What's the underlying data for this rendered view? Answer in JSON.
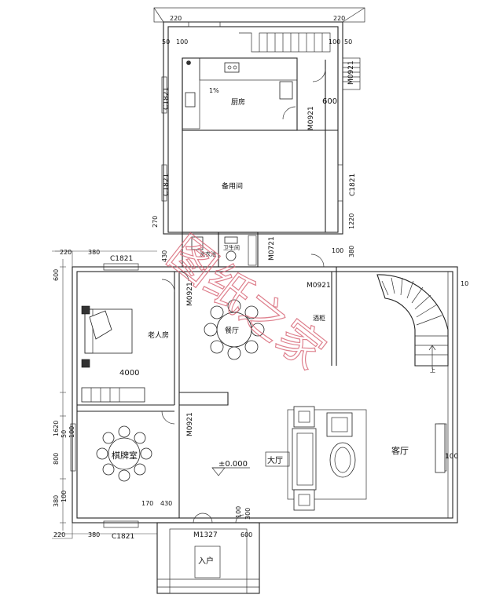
{
  "rooms": {
    "kitchen": "厨房",
    "storage": "备用间",
    "laundry": "洗衣池",
    "bathroom": "卫生间",
    "dining": "餐厅",
    "bar": "酒柜",
    "elder_room": "老人房",
    "chess_room": "棋牌室",
    "hall": "大厅",
    "living": "客厅",
    "entrance": "入户"
  },
  "labels": {
    "elevation": "±0.000",
    "slope": "1%",
    "stair_up": "上",
    "bed_width": "4000"
  },
  "windows": {
    "c1821_kitchen": "C1821",
    "c1821_storage_left": "C1821",
    "c1821_storage_right": "C1821",
    "c1821_elder": "C1821",
    "c1821_bottom": "C1821"
  },
  "doors": {
    "m0921_kitchen": "M0921",
    "m0921_top_right": "M0921",
    "m0721": "M0721",
    "m0921_elder": "M0921",
    "m0921_dining": "M0921",
    "m0921_chess": "M0921",
    "m1327": "M1327"
  },
  "dimensions": {
    "d220_top_left": "220",
    "d220_top_right": "220",
    "d50_top": "50",
    "d100_top": "100",
    "d100_top_right": "100",
    "d50_top_right": "50",
    "d600": "600",
    "d270": "270",
    "d1220": "1220",
    "d380_right": "380",
    "d100_right": "100",
    "d430": "430",
    "d220_mid_left": "220",
    "d380_mid_left": "380",
    "d600_left": "600",
    "d1620": "1620",
    "d50_left": "50",
    "d100_left": "100",
    "d800": "800",
    "d380_left": "380",
    "d100_left2": "100",
    "d170": "170",
    "d430_bottom": "430",
    "d300": "300",
    "d100_mid": "100",
    "d220_bottom": "220",
    "d380_bottom": "380",
    "d600_bottom": "600",
    "d10_right": "10",
    "d100_living": "100"
  },
  "watermark": "图纸之家"
}
